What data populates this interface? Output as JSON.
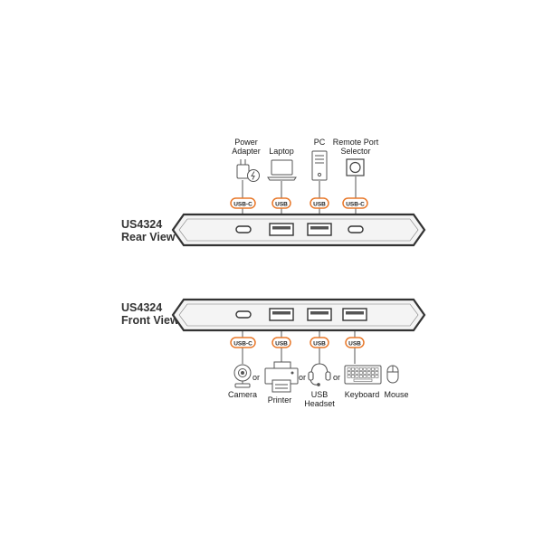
{
  "colors": {
    "accent": "#e8782a",
    "line": "#555555",
    "device_fill": "#f4f4f4"
  },
  "rear": {
    "title_model": "US4324",
    "title_view": "Rear View",
    "ports": [
      {
        "badge": "USB-C",
        "port_type": "usb-c",
        "device_icon": "power-adapter-icon",
        "label_lines": [
          "Power",
          "Adapter"
        ]
      },
      {
        "badge": "USB",
        "port_type": "usb-a",
        "device_icon": "laptop-icon",
        "label_lines": [
          "Laptop"
        ]
      },
      {
        "badge": "USB",
        "port_type": "usb-a",
        "device_icon": "pc-tower-icon",
        "label_lines": [
          "PC"
        ]
      },
      {
        "badge": "USB-C",
        "port_type": "usb-c",
        "device_icon": "remote-port-selector-icon",
        "label_lines": [
          "Remote Port",
          "Selector"
        ]
      }
    ]
  },
  "front": {
    "title_model": "US4324",
    "title_view": "Front View",
    "ports": [
      {
        "badge": "USB-C",
        "port_type": "usb-c"
      },
      {
        "badge": "USB",
        "port_type": "usb-a"
      },
      {
        "badge": "USB",
        "port_type": "usb-a"
      },
      {
        "badge": "USB",
        "port_type": "usb-a"
      }
    ],
    "devices": [
      {
        "icon": "camera-icon",
        "label_lines": [
          "Camera"
        ]
      },
      {
        "icon": "printer-icon",
        "label_lines": [
          "Printer"
        ]
      },
      {
        "icon": "headset-icon",
        "label_lines": [
          "USB",
          "Headset"
        ]
      },
      {
        "icon": "keyboard-icon",
        "label_lines": [
          "Keyboard"
        ]
      },
      {
        "icon": "mouse-icon",
        "label_lines": [
          "Mouse"
        ]
      }
    ],
    "separator": "or"
  }
}
